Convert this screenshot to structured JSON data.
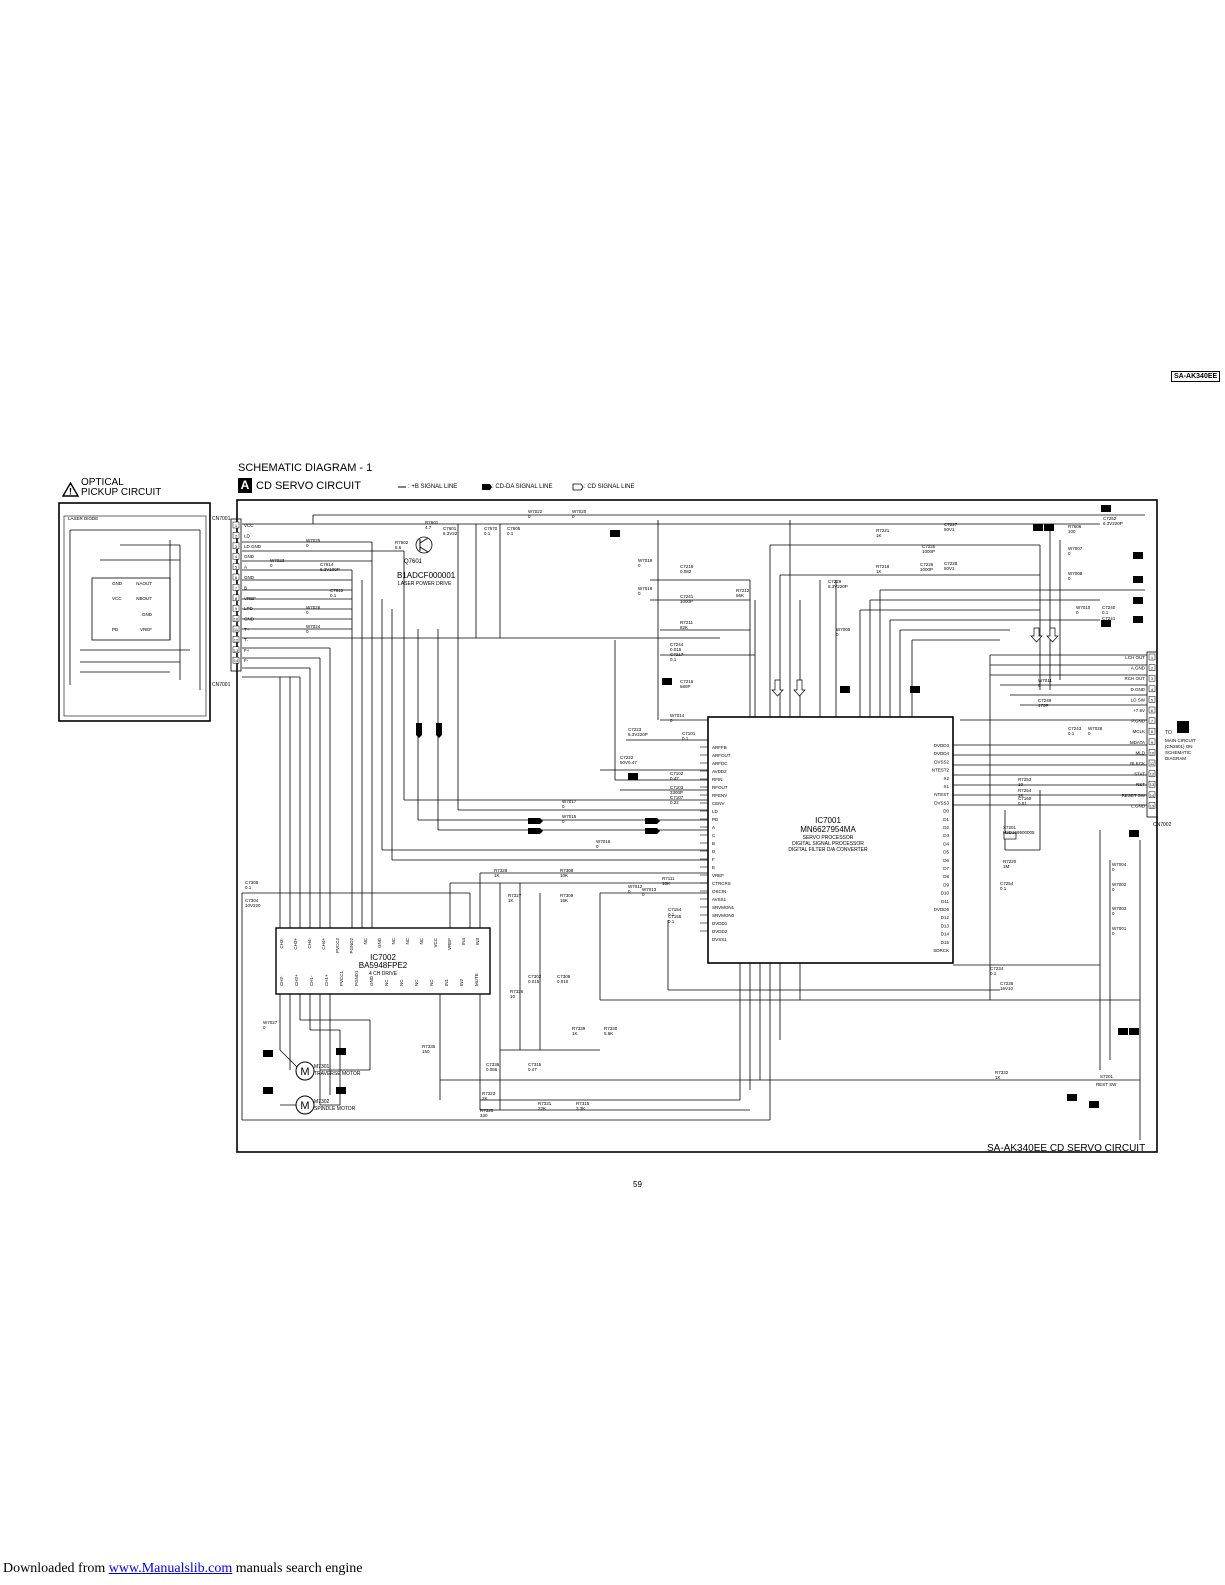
{
  "document": {
    "model_tag": "SA-AK340EE",
    "schematic_title": "SCHEMATIC DIAGRAM - 1",
    "section_letter": "A",
    "section_title": "CD SERVO CIRCUIT",
    "optical_title_line1": "OPTICAL",
    "optical_title_line2": "PICKUP CIRCUIT",
    "laser_diode_label": "LASER DIODE",
    "footer_caption": "SA-AK340EE CD SERVO CIRCUIT",
    "page_number": "59"
  },
  "legend": [
    {
      "label": ": +B SIGNAL LINE"
    },
    {
      "label": ": CD-DA SIGNAL LINE"
    },
    {
      "label": ": CD SIGNAL LINE"
    }
  ],
  "ics": {
    "ic7001": {
      "ref": "IC7001",
      "part": "MN6627954MA",
      "desc1": "SERVO PROCESSOR",
      "desc2": "DIGITAL SIGNAL PROCESSOR",
      "desc3": "DIGITAL FILTER D/A CONVERTER"
    },
    "ic7002": {
      "ref": "IC7002",
      "part": "BA5948FPE2",
      "desc": "4 CH DRIVE"
    },
    "q7601": {
      "ref": "Q7601",
      "part": "B1ADCF000001",
      "desc": "LASER POWER DRIVE"
    }
  },
  "motors": {
    "traverse": {
      "ref": "M7301",
      "name": "TRAVERSE MOTOR"
    },
    "spindle": {
      "ref": "M7302",
      "name": "SPINDLE MOTOR"
    }
  },
  "connectors": {
    "cn7001": "CN7001",
    "cn7002": "CN7002",
    "to_main": [
      "TO",
      "MAIN CIRCUIT",
      "(CN2801) ON",
      "SCHEMATIC",
      "DIAGRAM"
    ]
  },
  "cn7001_pins": [
    "VCC",
    "LD",
    "LD GND",
    "GND",
    "A",
    "GND",
    "B",
    "VREF",
    "LPD",
    "GND",
    "T+",
    "T-",
    "F+",
    "F-"
  ],
  "cn7002_pins": [
    "LCH OUT",
    "A.GND",
    "RCH OUT",
    "D.GND",
    "LD SW",
    "+7.5V",
    "P.GND",
    "MCLK",
    "MDATA",
    "MLD",
    "BLKCK",
    "STAT",
    "RST",
    "RESET SW",
    "L.GND"
  ],
  "pickup_pins": [
    "GND",
    "VCC",
    "PD",
    "NAOUT",
    "NBOUT",
    "GND",
    "VREF"
  ],
  "ic7001_left_pins": [
    "ARFFB",
    "ARFOUT",
    "ARFDC",
    "AVDD2",
    "RFIN",
    "RFOUT",
    "RFENV",
    "CENV",
    "LD",
    "PD",
    "A",
    "C",
    "B",
    "D",
    "F",
    "E",
    "VREF",
    "CTRCRS",
    "OSCIN",
    "AVSS1",
    "SRVMON1",
    "SRVMON0",
    "DVDD1",
    "DVDD2",
    "DVSS1"
  ],
  "ic7001_right_pins": [
    "DVDD3",
    "DVDD4",
    "DVSS2",
    "NTEST2",
    "X2",
    "X1",
    "NTEST",
    "DVSS3",
    "D0",
    "D1",
    "D2",
    "D3",
    "D4",
    "D5",
    "D6",
    "D7",
    "D8",
    "D9",
    "D10",
    "D11",
    "DVDD5",
    "D12",
    "D13",
    "D14",
    "D15",
    "SDRCK"
  ],
  "ic7002_top_pins": [
    "CH3-",
    "CH3+",
    "CH4-",
    "CH4+",
    "PVCC2",
    "PGND2",
    "NC",
    "GND",
    "NC",
    "NC",
    "NC",
    "VCC",
    "VREF",
    "IN4",
    "IN3"
  ],
  "ic7002_bottom_pins": [
    "CH2-",
    "CH2+",
    "CH1-",
    "CH1+",
    "PVCC1",
    "PGND1",
    "GND",
    "NC",
    "NC",
    "NC",
    "NC",
    "IN1",
    "IN2",
    "MUTE"
  ],
  "switches": {
    "s7201": "S7201",
    "rest_sw": "REST SW"
  },
  "parts": [
    {
      "ref": "R7601",
      "val": "4.7"
    },
    {
      "ref": "C7601",
      "val": "6.3V22"
    },
    {
      "ref": "C7670",
      "val": "0.1"
    },
    {
      "ref": "C7605",
      "val": "0.1"
    },
    {
      "ref": "W7022",
      "val": "0"
    },
    {
      "ref": "W7020",
      "val": "0"
    },
    {
      "ref": "W7025",
      "val": "0"
    },
    {
      "ref": "W7023",
      "val": "0"
    },
    {
      "ref": "C7614",
      "val": "6.3V100P"
    },
    {
      "ref": "C7612",
      "val": "0.1"
    },
    {
      "ref": "W7026",
      "val": "0"
    },
    {
      "ref": "W7024",
      "val": "0"
    },
    {
      "ref": "R7602",
      "val": "5.6"
    },
    {
      "ref": "W7019",
      "val": "0"
    },
    {
      "ref": "C7218",
      "val": "0.082"
    },
    {
      "ref": "W7018",
      "val": "0"
    },
    {
      "ref": "C7241",
      "val": "1000P"
    },
    {
      "ref": "R7212",
      "val": "56K"
    },
    {
      "ref": "R7211",
      "val": "82K"
    },
    {
      "ref": "C7244",
      "val": "0.015"
    },
    {
      "ref": "C7217",
      "val": "0.1"
    },
    {
      "ref": "C7216",
      "val": "680P"
    },
    {
      "ref": "W7014",
      "val": "0"
    },
    {
      "ref": "C7223",
      "val": "6.3V220P"
    },
    {
      "ref": "C7101",
      "val": "0.1"
    },
    {
      "ref": "C7222",
      "val": "50V0.47"
    },
    {
      "ref": "C7102",
      "val": "0.47"
    },
    {
      "ref": "C7103",
      "val": "3300P"
    },
    {
      "ref": "C7107",
      "val": "0.22"
    },
    {
      "ref": "W7017",
      "val": "0"
    },
    {
      "ref": "W7015",
      "val": "0"
    },
    {
      "ref": "W7016",
      "val": "0"
    },
    {
      "ref": "R7328",
      "val": "1K"
    },
    {
      "ref": "R7308",
      "val": "10K"
    },
    {
      "ref": "R7327",
      "val": "1K"
    },
    {
      "ref": "R7309",
      "val": "16K"
    },
    {
      "ref": "R7111",
      "val": "10K"
    },
    {
      "ref": "W7012",
      "val": "0"
    },
    {
      "ref": "W7013",
      "val": "0"
    },
    {
      "ref": "C7154",
      "val": "0.1"
    },
    {
      "ref": "C7155",
      "val": "0.1"
    },
    {
      "ref": "C7305",
      "val": "0.1"
    },
    {
      "ref": "C7304",
      "val": "10V220"
    },
    {
      "ref": "C7302",
      "val": "0.015"
    },
    {
      "ref": "C7309",
      "val": "0.010"
    },
    {
      "ref": "R7326",
      "val": "10"
    },
    {
      "ref": "R7339",
      "val": "1K"
    },
    {
      "ref": "R7330",
      "val": "5.6K"
    },
    {
      "ref": "R7335",
      "val": "150"
    },
    {
      "ref": "W7027",
      "val": "0"
    },
    {
      "ref": "C7336",
      "val": "0.056"
    },
    {
      "ref": "C7315",
      "val": "0.47"
    },
    {
      "ref": "R7323",
      "val": "2K"
    },
    {
      "ref": "R7325",
      "val": "330"
    },
    {
      "ref": "R7331",
      "val": "22K"
    },
    {
      "ref": "R7315",
      "val": "3.3K"
    },
    {
      "ref": "R7332",
      "val": "1K"
    },
    {
      "ref": "R7221",
      "val": "1K"
    },
    {
      "ref": "C7227",
      "val": "50V1"
    },
    {
      "ref": "C7225",
      "val": "1000P"
    },
    {
      "ref": "R7218",
      "val": "1K"
    },
    {
      "ref": "C7226",
      "val": "1000P"
    },
    {
      "ref": "C7228",
      "val": "50V1"
    },
    {
      "ref": "C7252",
      "val": "6.3V220P"
    },
    {
      "ref": "R7606",
      "val": "100"
    },
    {
      "ref": "W7007",
      "val": "0"
    },
    {
      "ref": "W7008",
      "val": "0"
    },
    {
      "ref": "W7010",
      "val": "0"
    },
    {
      "ref": "C7240",
      "val": "0.1"
    },
    {
      "ref": "C7241",
      "val": "0.1"
    },
    {
      "ref": "W7011",
      "val": "0"
    },
    {
      "ref": "C7249",
      "val": "470P"
    },
    {
      "ref": "C7243",
      "val": "0.1"
    },
    {
      "ref": "W7028",
      "val": "0"
    },
    {
      "ref": "R7253",
      "val": "10"
    },
    {
      "ref": "R7254",
      "val": "1K"
    },
    {
      "ref": "C7160",
      "val": "0.01"
    },
    {
      "ref": "X7201",
      "val": "H2D169500005"
    },
    {
      "ref": "R7220",
      "val": "1M"
    },
    {
      "ref": "C7254",
      "val": "0.1"
    },
    {
      "ref": "C7234",
      "val": "0.1"
    },
    {
      "ref": "C7235",
      "val": "16V10"
    },
    {
      "ref": "W7004",
      "val": "0"
    },
    {
      "ref": "W7002",
      "val": "0"
    },
    {
      "ref": "W7003",
      "val": "0"
    },
    {
      "ref": "W7001",
      "val": "0"
    },
    {
      "ref": "W7005",
      "val": "0"
    },
    {
      "ref": "C7229",
      "val": "6.3V220P"
    }
  ]
}
